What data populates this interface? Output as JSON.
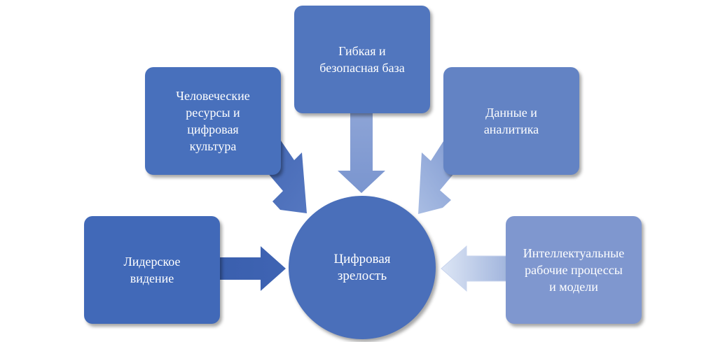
{
  "diagram": {
    "center": {
      "label": "Цифровая\nзрелость",
      "color": "#4a6fba"
    },
    "nodes": [
      {
        "id": "leadership",
        "label": "Лидерское\nвидение",
        "color": "#4169b8"
      },
      {
        "id": "human",
        "label": "Человеческие\nресурсы и\nцифровая\nкультура",
        "color": "#4870bc"
      },
      {
        "id": "base",
        "label": "Гибкая и\nбезопасная база",
        "color": "#5176be"
      },
      {
        "id": "data",
        "label": "Данные и\nаналитика",
        "color": "#6383c4"
      },
      {
        "id": "processes",
        "label": "Интеллектуальные\nрабочие процессы\nи модели",
        "color": "#7f97cf"
      }
    ]
  }
}
